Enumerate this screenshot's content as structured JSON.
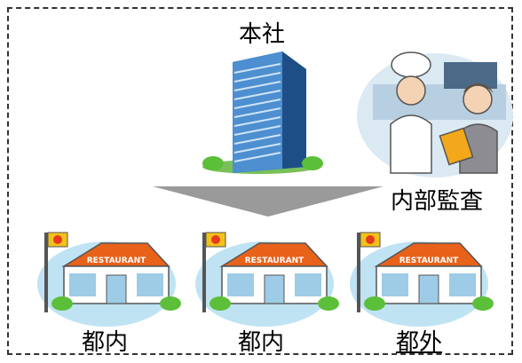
{
  "headquarters": {
    "label": "本社"
  },
  "audit": {
    "label": "内部監査"
  },
  "stores": [
    {
      "label": "都内",
      "sign": "RESTAURANT"
    },
    {
      "label": "都内",
      "sign": "RESTAURANT"
    },
    {
      "label": "都外",
      "sign": "RESTAURANT"
    }
  ],
  "colors": {
    "roof": "#e8621a",
    "wall": "#ffffff",
    "glass": "#9ecbe6",
    "flag": "#f2c21a",
    "bush": "#5cbf3a",
    "sky": "#bfe3f3",
    "arrow": "#9a9a9a",
    "building": "#3d7fc2"
  }
}
